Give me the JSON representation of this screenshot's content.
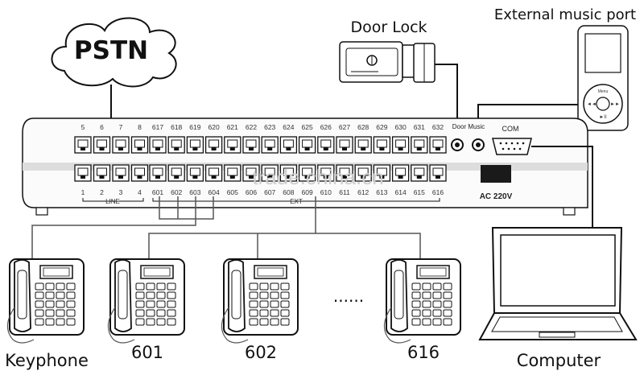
{
  "labels": {
    "pstn": "PSTN",
    "door_lock": "Door Lock",
    "external_music_port": "External music port",
    "door_music": "Door Music",
    "com": "COM",
    "ac": "AC 220V",
    "line": "LINE",
    "ext": "EXT",
    "keyphone": "Keyphone",
    "computer": "Computer",
    "ellipsis": "......",
    "watermark": "trade.china.cn",
    "menu": "Menu"
  },
  "phones": [
    "601",
    "602",
    "616"
  ],
  "top_port_numbers": [
    "5",
    "6",
    "7",
    "8",
    "617",
    "618",
    "619",
    "620",
    "621",
    "622",
    "623",
    "624",
    "625",
    "626",
    "627",
    "628",
    "629",
    "630",
    "631",
    "632"
  ],
  "bottom_port_numbers": [
    "1",
    "2",
    "3",
    "4",
    "601",
    "602",
    "603",
    "604",
    "605",
    "606",
    "607",
    "608",
    "609",
    "610",
    "611",
    "612",
    "613",
    "614",
    "615",
    "616"
  ]
}
